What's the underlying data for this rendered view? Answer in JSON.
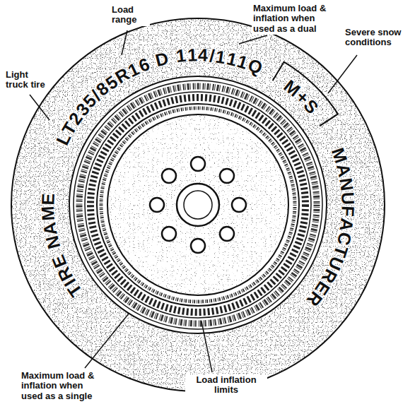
{
  "diagram": {
    "labels": [
      "Load range",
      "Light truck tire",
      "Maximum load & inflation when used as a dual",
      "Severe snow conditions",
      "LT235/85R16 D 114/111Q",
      "M+S",
      "MANUFACTURER",
      "TIRE NAME",
      "Maximum load & inflation when used as a single",
      "Load inflation limits"
    ]
  }
}
